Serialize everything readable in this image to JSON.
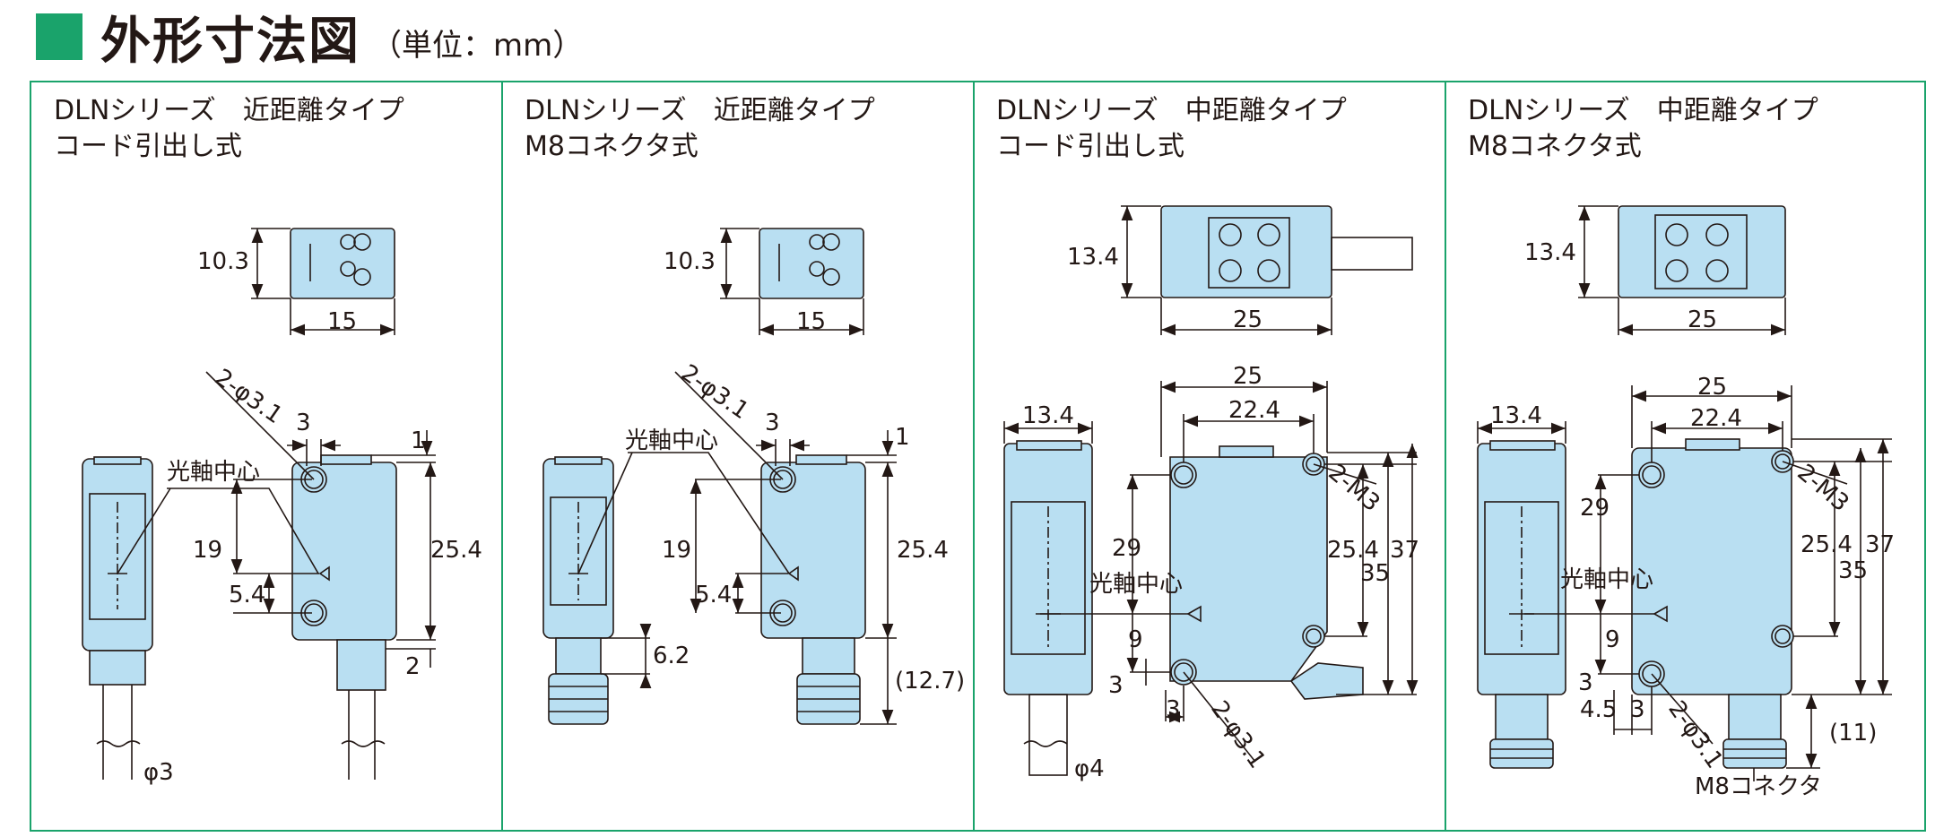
{
  "header": {
    "title": "外形寸法図",
    "unit": "（単位：mm）"
  },
  "panels": [
    {
      "title1": "DLNシリーズ　近距離タイプ",
      "title2": "コード引出し式",
      "labels": {
        "h_top": "10.3",
        "w_top": "15",
        "holes": "2-φ3.1",
        "hole_w": "3",
        "top_off": "1",
        "axis": "光軸中心",
        "h19": "19",
        "h54": "5.4",
        "h254": "25.4",
        "bot": "2",
        "cable": "φ3"
      }
    },
    {
      "title1": "DLNシリーズ　近距離タイプ",
      "title2": "M8コネクタ式",
      "labels": {
        "h_top": "10.3",
        "w_top": "15",
        "holes": "2-φ3.1",
        "hole_w": "3",
        "top_off": "1",
        "axis": "光軸中心",
        "h19": "19",
        "h54": "5.4",
        "h254": "25.4",
        "side62": "6.2",
        "conn": "(12.7)"
      }
    },
    {
      "title1": "DLNシリーズ　中距離タイプ",
      "title2": "コード引出し式",
      "labels": {
        "h_top": "13.4",
        "w_top": "25",
        "side_w": "13.4",
        "w25": "25",
        "w224": "22.4",
        "m3": "2-M3",
        "h29": "29",
        "axis": "光軸中心",
        "h9": "9",
        "h3": "3",
        "w3": "3",
        "h254": "25.4",
        "h35": "35",
        "h37": "37",
        "holes": "2-φ3.1",
        "cable": "φ4"
      }
    },
    {
      "title1": "DLNシリーズ　中距離タイプ",
      "title2": "M8コネクタ式",
      "labels": {
        "h_top": "13.4",
        "w_top": "25",
        "side_w": "13.4",
        "w25": "25",
        "w224": "22.4",
        "m3": "2-M3",
        "h29": "29",
        "axis": "光軸中心",
        "h9": "9",
        "h3": "3",
        "w45": "4.5",
        "w3": "3",
        "h254": "25.4",
        "h35": "35",
        "h37": "37",
        "holes": "2-φ3.1",
        "conn": "(11)",
        "connector": "M8コネクタ"
      }
    }
  ],
  "colors": {
    "accent": "#1aa36b",
    "body": "#b9dff2",
    "stroke": "#231815"
  }
}
